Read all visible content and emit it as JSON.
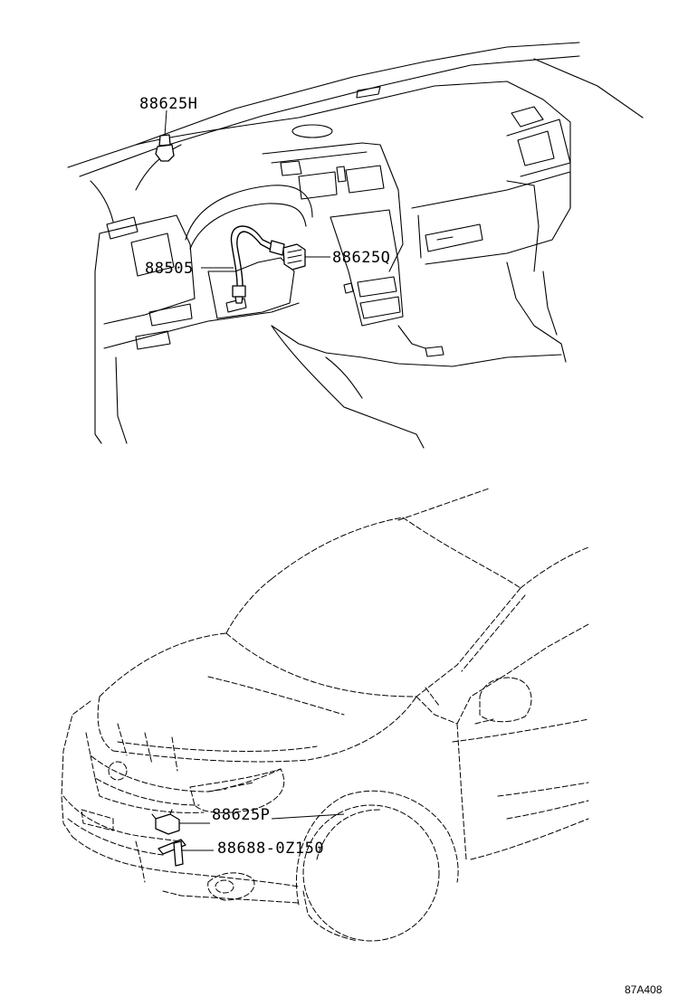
{
  "parts": {
    "p88625h": "88625H",
    "p88505": "88505",
    "p88625q": "88625Q",
    "p88625p": "88625P",
    "p88688": "88688-0Z150"
  },
  "figure_code": "87A408",
  "stroke_color": "#000000",
  "background_color": "#ffffff"
}
